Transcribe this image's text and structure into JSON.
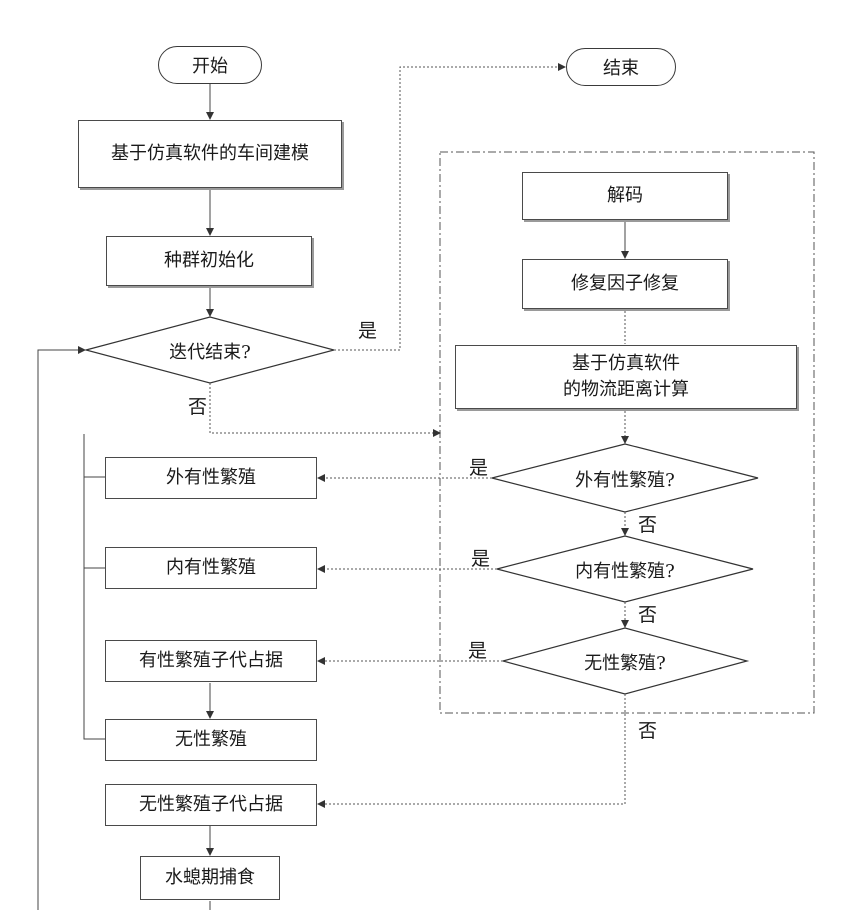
{
  "nodes": {
    "start": "开始",
    "end": "结束",
    "model": "基于仿真软件的车间建模",
    "init": "种群初始化",
    "iter": "迭代结束?",
    "decode": "解码",
    "repair": "修复因子修复",
    "calc_line1": "基于仿真软件",
    "calc_line2": "的物流距离计算",
    "ext_q": "外有性繁殖?",
    "int_q": "内有性繁殖?",
    "asex_q": "无性繁殖?",
    "ext": "外有性繁殖",
    "int": "内有性繁殖",
    "sex_occ": "有性繁殖子代占据",
    "asex": "无性繁殖",
    "asex_occ": "无性繁殖子代占据",
    "predation": "水螅期捕食"
  },
  "labels": {
    "yes": "是",
    "no": "否"
  }
}
